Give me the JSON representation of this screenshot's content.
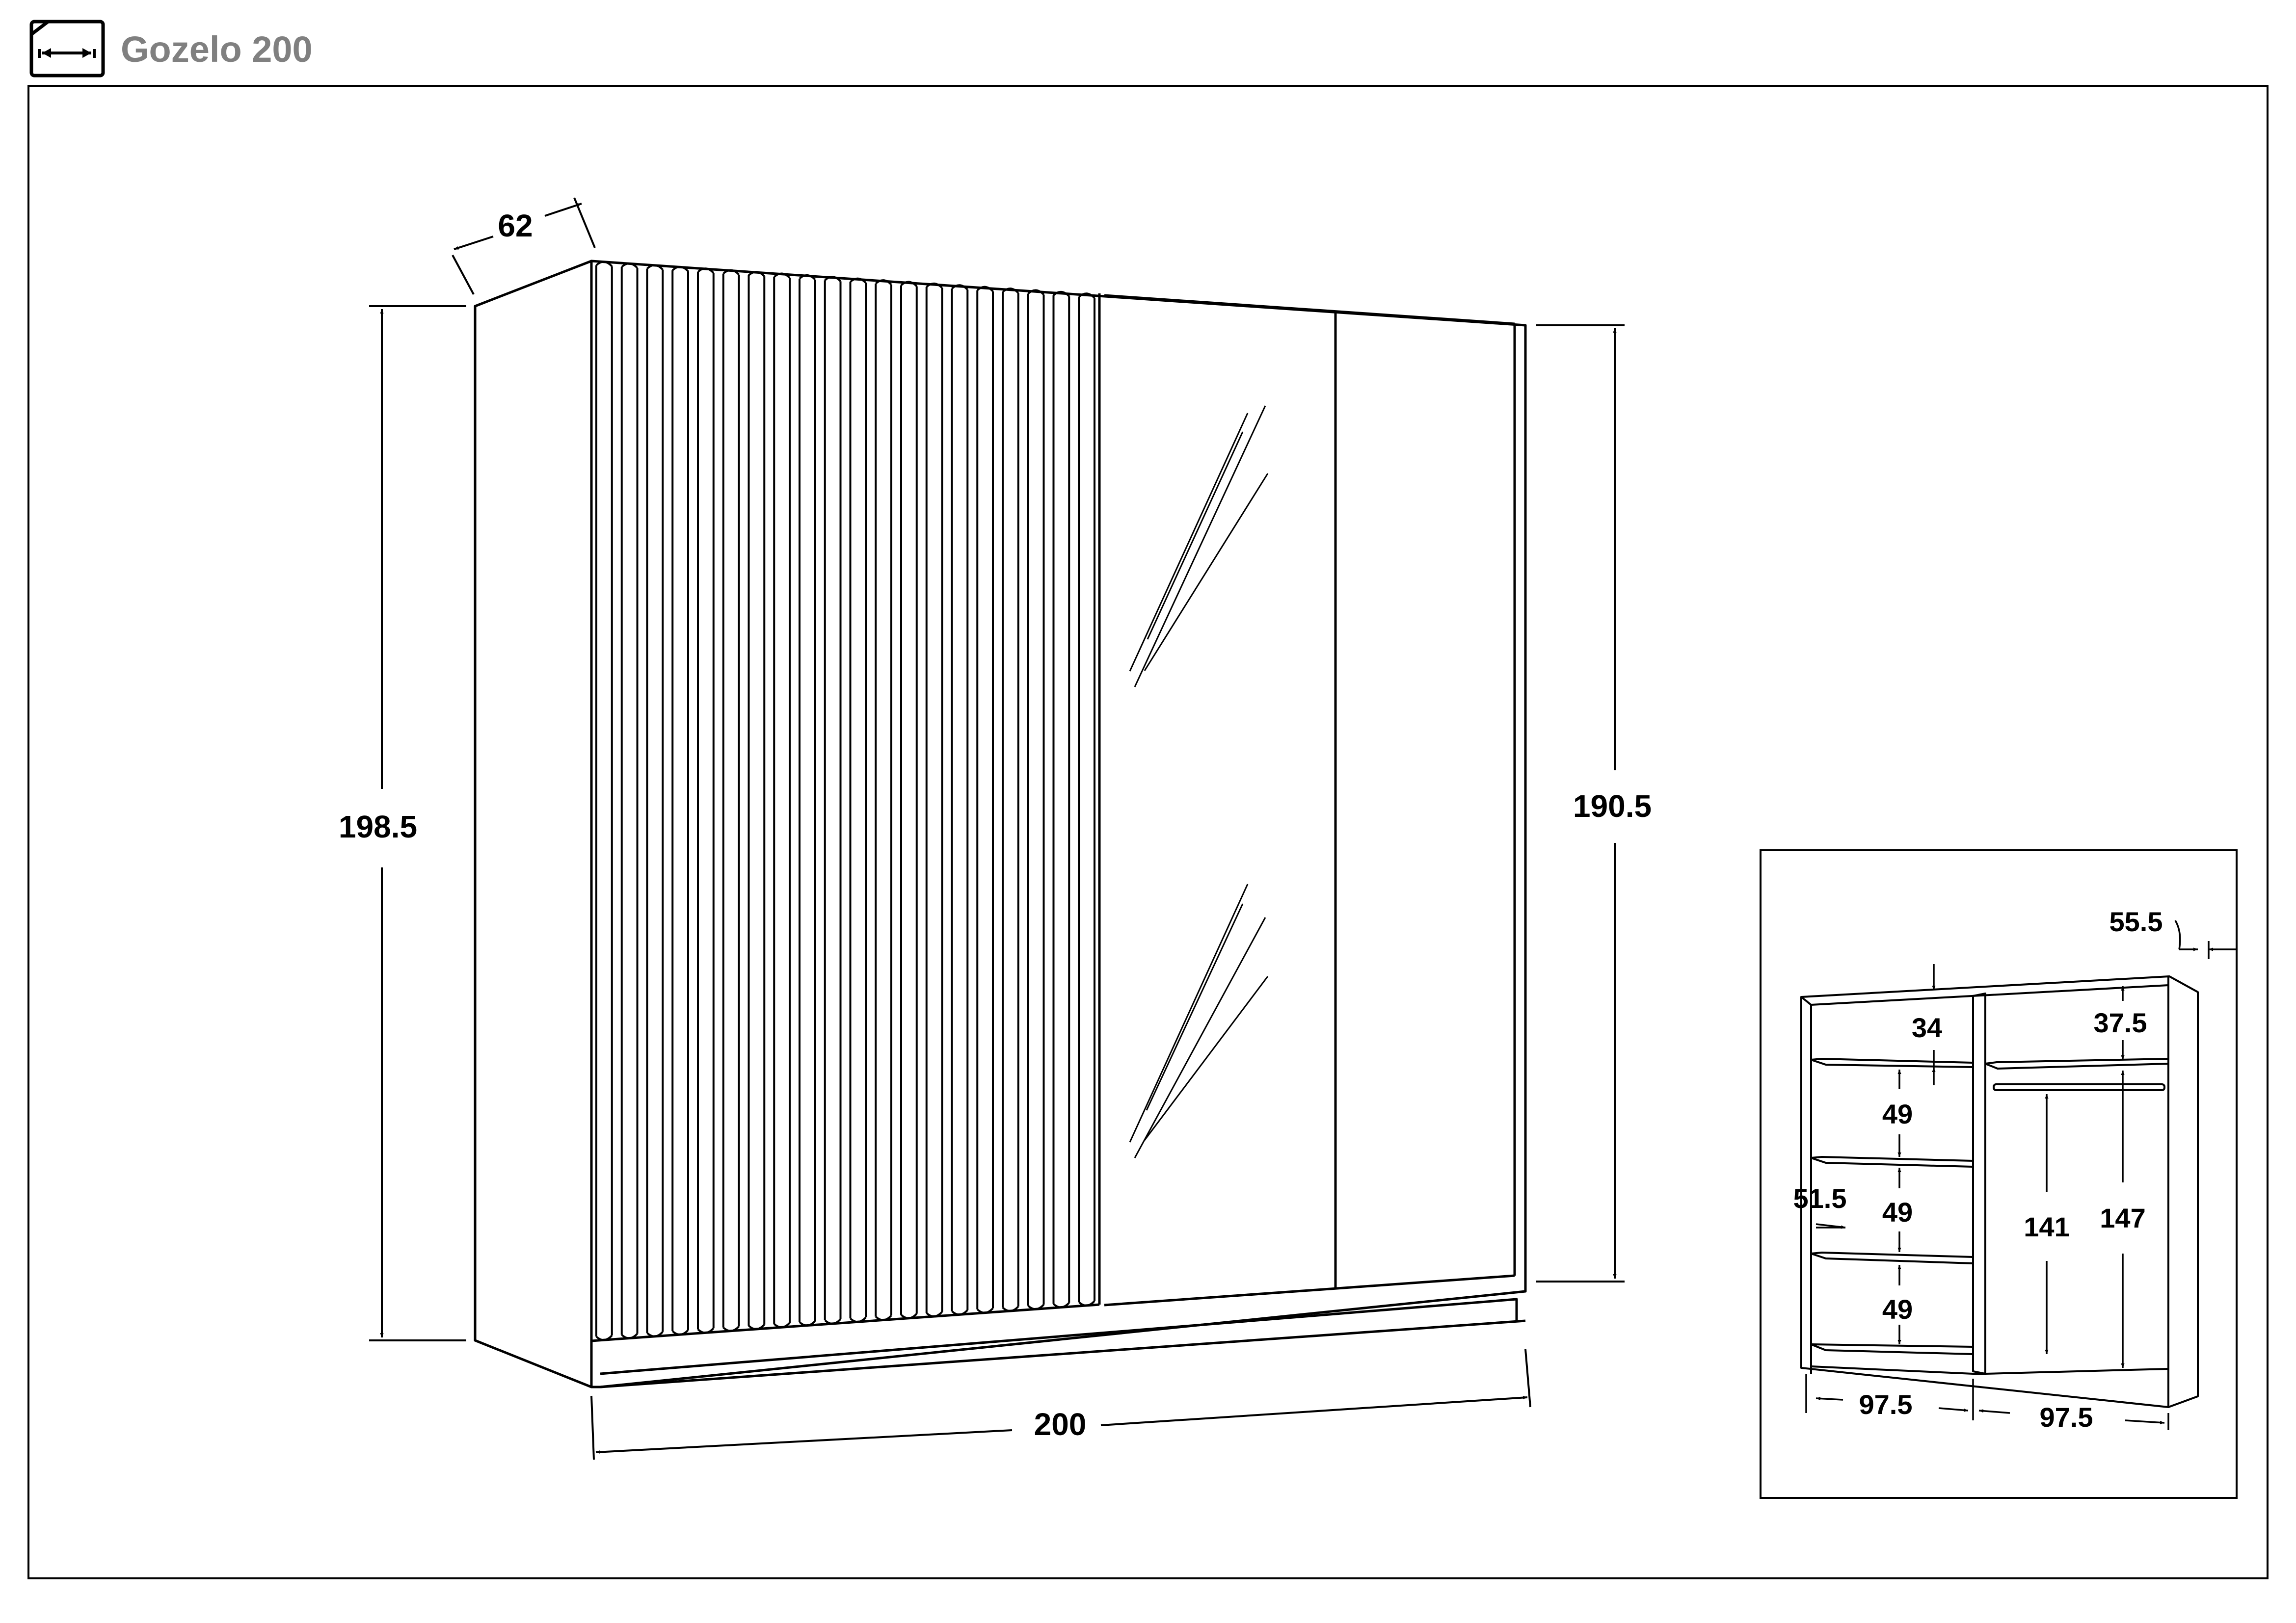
{
  "header": {
    "icon": "dimension-arrows-icon",
    "title": "Gozelo 200"
  },
  "colors": {
    "ink": "#000000",
    "title_gray": "#808080",
    "background": "#ffffff"
  },
  "main_view": {
    "depth": "62",
    "height_total": "198.5",
    "height_doors": "190.5",
    "width": "200"
  },
  "inset_view": {
    "top_depth": "55.5",
    "left_top_shelf": "34",
    "right_top_shelf": "37.5",
    "left_shelf_1": "49",
    "left_shelf_2": "49",
    "left_shelf_3": "49",
    "shelf_depth": "51.5",
    "right_hanging_inner": "141",
    "right_hanging_total": "147",
    "left_width": "97.5",
    "right_width": "97.5"
  }
}
